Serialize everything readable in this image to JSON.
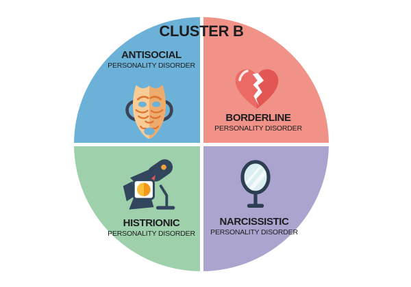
{
  "title": "CLUSTER B",
  "quadrants": [
    {
      "id": "antisocial",
      "label": "ANTISOCIAL",
      "sublabel": "PERSONALITY DISORDER",
      "color": "#6cb2d8",
      "icon": "theater-mask-icon",
      "icon_colors": {
        "mask_light": "#f8cb97",
        "mask_shade": "#eeab6e",
        "lines": "#df7530",
        "strap": "#3b4254"
      }
    },
    {
      "id": "borderline",
      "label": "BORDERLINE",
      "sublabel": "PERSONALITY DISORDER",
      "color": "#f09288",
      "icon": "broken-heart-icon",
      "icon_colors": {
        "heart_light": "#ec6a66",
        "heart_shade": "#e25654",
        "crack": "#ffffff"
      }
    },
    {
      "id": "histrionic",
      "label": "HISTRIONIC",
      "sublabel": "PERSONALITY DISORDER",
      "color": "#9dd0ab",
      "icon": "movie-spotlight-icon",
      "icon_colors": {
        "body": "#31455c",
        "lens_light": "#fcbf3b",
        "lens_shade": "#f2991d",
        "dot": "#f0a23c"
      }
    },
    {
      "id": "narcissistic",
      "label": "NARCISSISTIC",
      "sublabel": "PERSONALITY DISORDER",
      "color": "#aba4ce",
      "icon": "hand-mirror-icon",
      "icon_colors": {
        "frame": "#2d3e52",
        "glass": "#dbeef1",
        "shine": "#ffffff"
      }
    }
  ],
  "palette": {
    "background": "#ffffff",
    "divider": "#ffffff",
    "text": "#1d1d1f"
  }
}
